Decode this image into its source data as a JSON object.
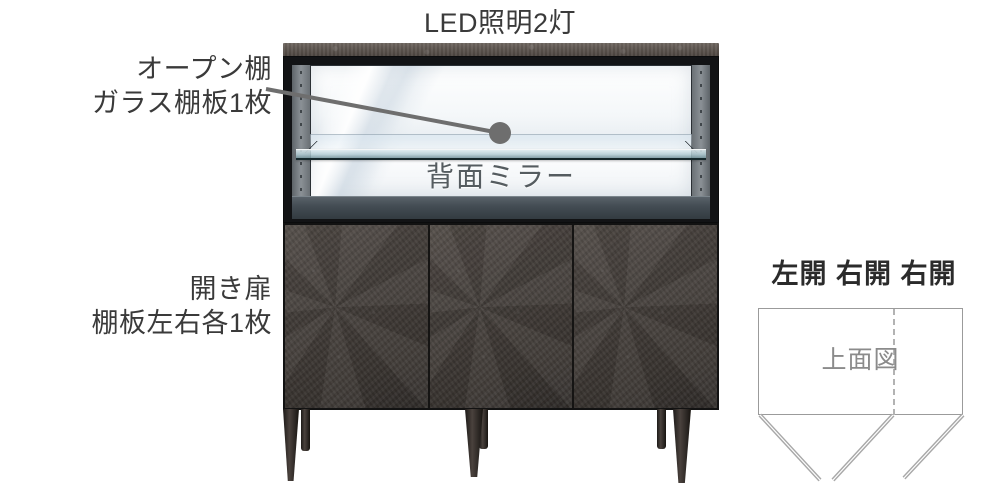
{
  "labels": {
    "led": "LED照明2灯",
    "open_shelf": "オープン棚\nガラス棚板1枚",
    "door": "開き扉\n棚板左右各1枚",
    "mirror": "背面ミラー"
  },
  "top_view": {
    "door_swing_title": "左開 右開 右開",
    "caption": "上面図"
  },
  "product": {
    "doors": [
      {
        "name": "left-door",
        "swing": "左開"
      },
      {
        "name": "center-door",
        "swing": "右開"
      },
      {
        "name": "right-door",
        "swing": "右開"
      }
    ],
    "legs_count": 6,
    "glass_shelf_count": 1,
    "led_count": 2
  },
  "colors": {
    "text": "#3a3a3a",
    "mirror_text": "#555c60",
    "caption_gray": "#8b8b8b",
    "leader_line": "#6e6e6e",
    "leader_dot": "#6e6e6e",
    "diagram_line": "#9b9b9b",
    "cabinet_top": "#5d554f",
    "door_face": "#433d39",
    "frame_black": "#121315"
  }
}
